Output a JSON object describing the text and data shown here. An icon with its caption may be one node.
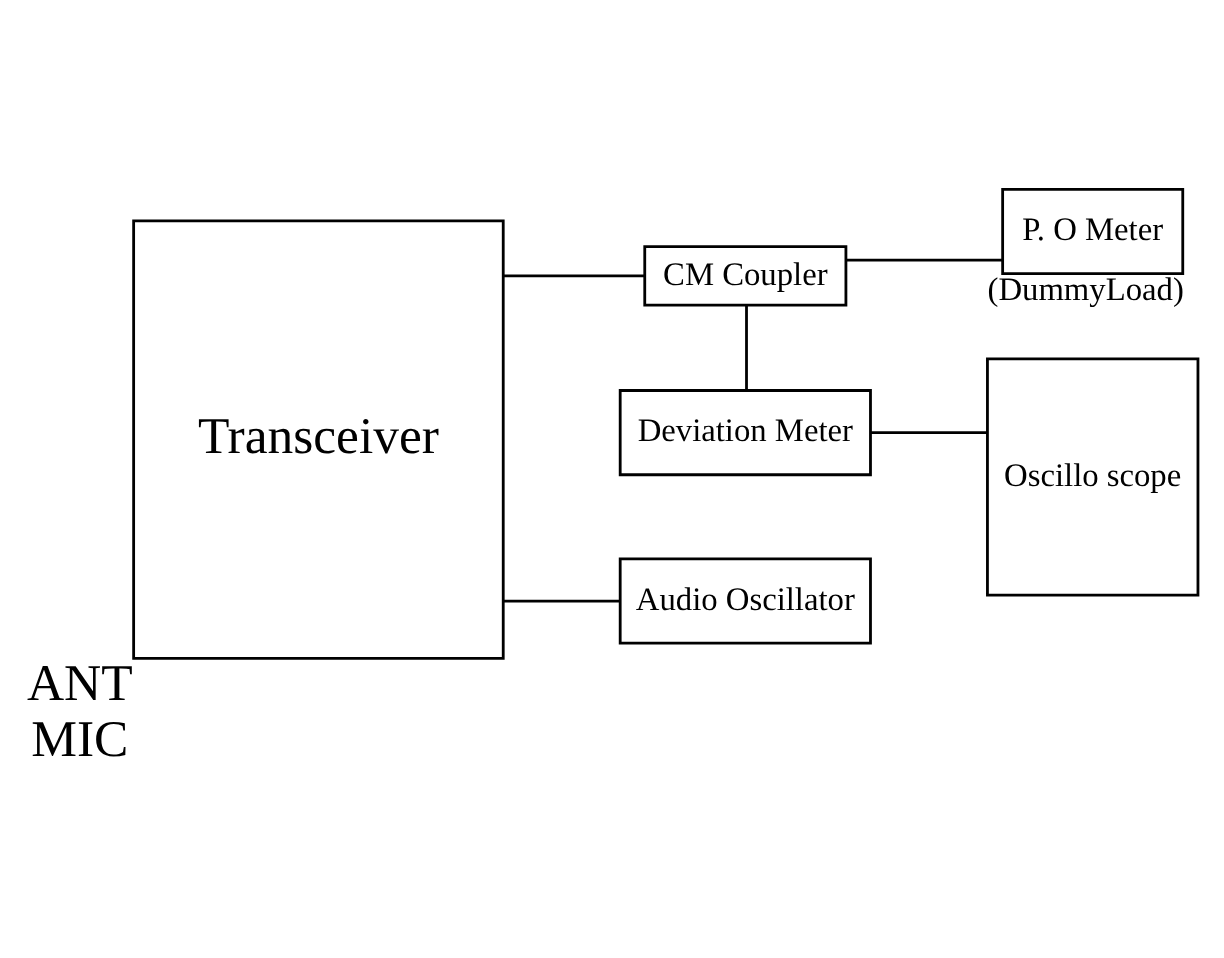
{
  "diagram": {
    "nodes": [
      {
        "text": [
          "Transceiver"
        ],
        "beside": [
          "ANT",
          "MIC"
        ]
      },
      {
        "text": [
          "CM Coupler"
        ]
      },
      {
        "text": [
          "P. O Meter"
        ],
        "beside": [
          "(DummyLoad)"
        ]
      },
      {
        "text": [
          "Deviation Meter"
        ]
      },
      {
        "text": [
          "Oscillo scope"
        ]
      },
      {
        "text": [
          "Audio Oscillator"
        ]
      }
    ],
    "edges": [
      {
        "from": 0,
        "to": 1,
        "arrow": "none"
      },
      {
        "from": 1,
        "to": 2,
        "arrow": "none"
      },
      {
        "from": 1,
        "to": 3,
        "arrow": "none"
      },
      {
        "from": 3,
        "to": 4,
        "arrow": "none"
      },
      {
        "from": 0,
        "to": 5,
        "arrow": "none"
      }
    ]
  }
}
